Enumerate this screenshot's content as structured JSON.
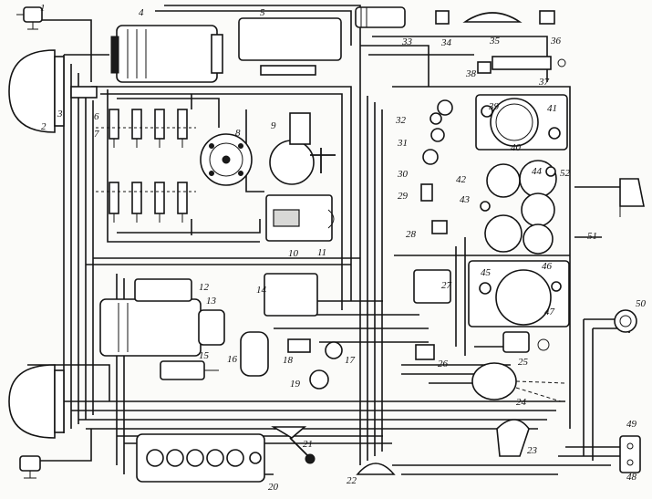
{
  "component_numbers": [
    "1",
    "2",
    "3",
    "4",
    "5",
    "6",
    "7",
    "8",
    "9",
    "10",
    "11",
    "12",
    "13",
    "14",
    "15",
    "16",
    "17",
    "18",
    "19",
    "20",
    "21",
    "22",
    "23",
    "24",
    "25",
    "26",
    "27",
    "28",
    "29",
    "30",
    "31",
    "32",
    "33",
    "34",
    "35",
    "36",
    "37",
    "38",
    "39",
    "40",
    "41",
    "42",
    "43",
    "44",
    "45",
    "46",
    "47",
    "48",
    "49",
    "50",
    "51",
    "52"
  ],
  "colors": {
    "ink": "#141414",
    "paper": "#fbfbf9"
  }
}
